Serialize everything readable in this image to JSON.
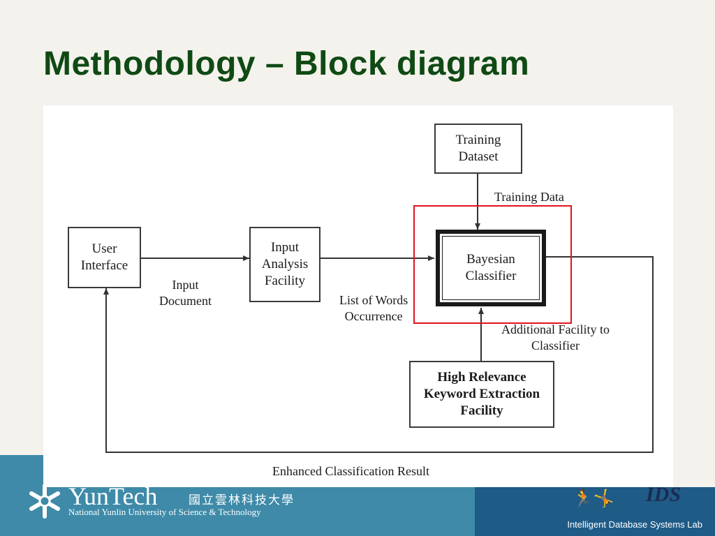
{
  "slide": {
    "title": "Methodology – Block diagram"
  },
  "diagram": {
    "boxes": {
      "training_dataset": [
        "Training",
        "Dataset"
      ],
      "user_interface": [
        "User",
        "Interface"
      ],
      "input_analysis": [
        "Input",
        "Analysis",
        "Facility"
      ],
      "bayesian_classifier": [
        "Bayesian",
        "Classifier"
      ],
      "keyword_extraction": [
        "High Relevance",
        "Keyword Extraction",
        "Facility"
      ]
    },
    "labels": {
      "training_data": "Training Data",
      "input_document": [
        "Input",
        "Document"
      ],
      "list_of_words": [
        "List of Words",
        "Occurrence"
      ],
      "additional_facility": [
        "Additional Facility to",
        "Classifier"
      ],
      "enhanced_result": "Enhanced Classification Result"
    },
    "highlight_color": "#e0141e"
  },
  "footer": {
    "university_name": "YunTech",
    "university_chinese": "國立雲林科技大學",
    "university_subtitle": "National Yunlin University of Science & Technology",
    "lab_logo": "IDS",
    "lab_name": "Intelligent Database Systems Lab"
  }
}
